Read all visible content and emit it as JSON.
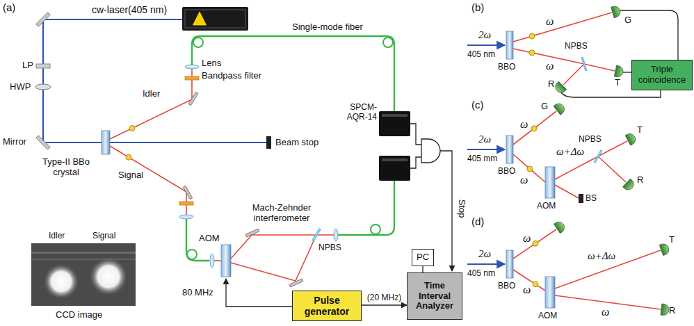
{
  "diagram": {
    "nodes": [
      {
        "text": [
          "Pulse generator"
        ]
      },
      {
        "text": [
          "Time Interval Analyzer"
        ]
      },
      {
        "text": [
          "PC"
        ]
      },
      {
        "text": [
          "Triple coincidence"
        ]
      }
    ],
    "edges": [
      {
        "from": 0,
        "to": 1,
        "arrow": "to",
        "label": "(20 MHz)"
      },
      {
        "from": 2,
        "to": 1,
        "arrow": "none"
      }
    ],
    "labels": [
      "(a)",
      "cw-laser(405 nm)",
      "Single-mode fiber",
      "LP",
      "HWP",
      "Lens",
      "Bandpass filter",
      "SPCM-AQR-14",
      "Idler",
      "Mirror",
      "Type-II BBo crystal",
      "Beam stop",
      "Signal",
      "Mach-Zehnder interferometer",
      "NPBS",
      "AOM",
      "Stop",
      "80 MHz",
      "Idler",
      "Signal",
      "CCD image",
      "(b)",
      "2ω",
      "405 nm",
      "BBO",
      "ω",
      "G",
      "ω",
      "NPBS",
      "T",
      "R",
      "(c)",
      "G",
      "2ω",
      "405 mm",
      "ω",
      "ω",
      "BBO",
      "ω+Δω",
      "NPBS",
      "T",
      "R",
      "AOM",
      "BS",
      "(d)",
      "2ω",
      "405 nm",
      "ω",
      "BBO",
      "ω",
      "AOM",
      "ω+Δω",
      "T",
      "ω",
      "R"
    ]
  }
}
